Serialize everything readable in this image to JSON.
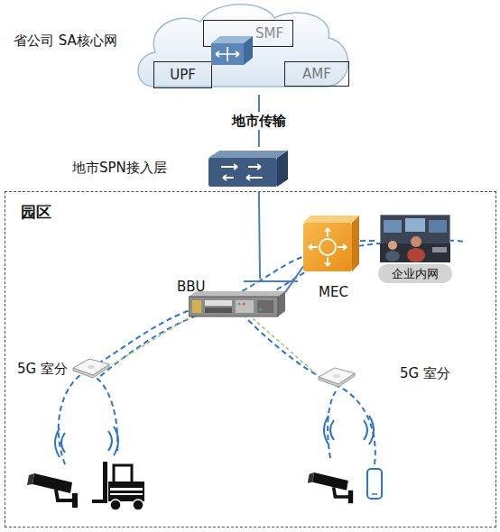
{
  "diagram": {
    "nodes": [
      {
        "text": [
          "省公司 SA核心网"
        ]
      },
      {
        "text": [
          "SMF"
        ],
        "in": 0
      },
      {
        "text": [
          "UPF"
        ],
        "in": 0
      },
      {
        "text": [
          "AMF"
        ],
        "in": 0
      },
      {
        "text": [
          "地市SPN接入层"
        ]
      },
      {
        "text": [
          "园区"
        ]
      },
      {
        "text": [
          "BBU"
        ],
        "in": 5
      },
      {
        "text": [
          "MEC"
        ],
        "in": 5
      },
      {
        "text": [
          "企业内网"
        ],
        "in": 5
      },
      {
        "text": [
          "5G 室分"
        ],
        "in": 5
      },
      {
        "text": [
          "5G 室分"
        ],
        "in": 5
      }
    ],
    "edges": [
      {
        "from": 0,
        "to": 4,
        "arrow": "none",
        "label": "地市传输"
      },
      {
        "from": 4,
        "to": 6,
        "arrow": "none"
      },
      {
        "from": 6,
        "to": 7,
        "arrow": "none"
      },
      {
        "from": 7,
        "to": 8,
        "arrow": "none"
      },
      {
        "from": 6,
        "to": 9,
        "arrow": "none"
      },
      {
        "from": 6,
        "to": 10,
        "arrow": "none"
      }
    ]
  }
}
